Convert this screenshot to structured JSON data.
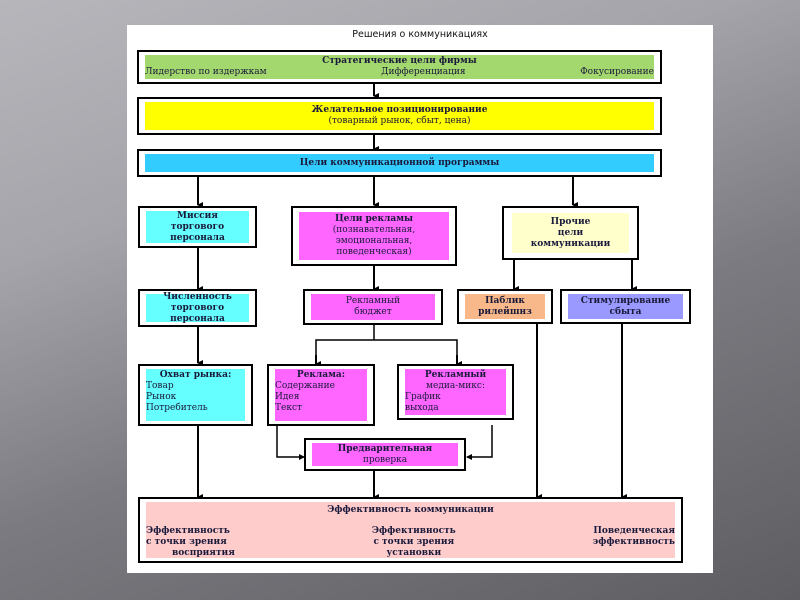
{
  "title": "Решения о коммуникациях",
  "colors": {
    "green": "#a3d86e",
    "yellow": "#ffff00",
    "blue": "#33ccff",
    "cyan": "#66ffff",
    "magenta": "#ff66ff",
    "light_yellow": "#ffffcc",
    "peach": "#f8b88a",
    "lavender": "#9999ff",
    "pink": "#ffcccc"
  },
  "nodes": {
    "strategic": {
      "heading": "Стратегические цели фирмы",
      "items": [
        "Лидерство по издержкам",
        "Дифференциация",
        "Фокусирование"
      ]
    },
    "positioning": {
      "heading": "Желательное позиционирование",
      "sub": "(товарный рынок, сбыт, цена)"
    },
    "program_goals": {
      "heading": "Цели коммуникационной программы"
    },
    "sales_mission": {
      "lines": [
        "Миссия",
        "торгового",
        "персонала"
      ]
    },
    "ad_goals": {
      "heading": "Цели рекламы",
      "lines": [
        "(познавательная,",
        "эмоциональная,",
        "поведенческая)"
      ]
    },
    "other_goals": {
      "lines": [
        "Прочие",
        "цели",
        "коммуникации"
      ]
    },
    "sales_size": {
      "lines": [
        "Численность",
        "торгового",
        "персонала"
      ]
    },
    "ad_budget": {
      "lines": [
        "Рекламный",
        "бюджет"
      ]
    },
    "pr": {
      "lines": [
        "Паблик",
        "рилейшнз"
      ]
    },
    "promotion": {
      "lines": [
        "Стимулирование",
        "сбыта"
      ]
    },
    "market_coverage": {
      "heading": "Охват рынка:",
      "items": [
        "Товар",
        "Рынок",
        "Потребитель"
      ]
    },
    "advertising": {
      "heading": "Реклама:",
      "items": [
        "Содержание",
        "Идея",
        "Текст"
      ]
    },
    "media_mix": {
      "heading": "Рекламный",
      "heading2": "медиа-микс:",
      "items": [
        "График",
        "выхода"
      ]
    },
    "pretest": {
      "lines": [
        "Предварительная",
        "проверка"
      ]
    },
    "effectiveness": {
      "heading": "Эффективность коммуникации",
      "col1": [
        "Эффективность",
        "с точки зрения",
        "восприятия"
      ],
      "col2": [
        "Эффективность",
        "с точки зрения",
        "установки"
      ],
      "col3": [
        "Поведенческая",
        "эффективность"
      ]
    }
  }
}
